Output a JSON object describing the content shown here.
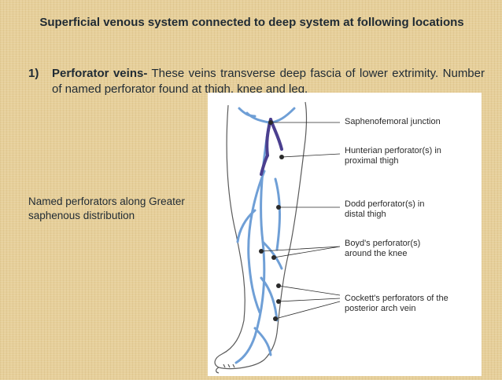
{
  "slide": {
    "title": "Superficial venous system connected to deep system at following locations",
    "point_number": "1)",
    "point_term": "Perforator veins-",
    "point_text": " These veins transverse  deep fascia of  lower extrimity. Number of named perforator found at thigh, knee and leg.",
    "side_note": "Named perforators along Greater saphenous distribution"
  },
  "figure": {
    "labels": [
      "Saphenofemoral junction",
      "Hunterian perforator(s) in proximal thigh",
      "Dodd perforator(s) in distal thigh",
      "Boyd's perforator(s) around the knee",
      "Cockett's perforators of the posterior arch vein"
    ]
  },
  "colors": {
    "background": "#e6cf9a",
    "text": "#1f2a33",
    "superficial_vein": "#6f9fd6",
    "deep_vein": "#4b3f8f",
    "outline": "#5a5a5a"
  }
}
